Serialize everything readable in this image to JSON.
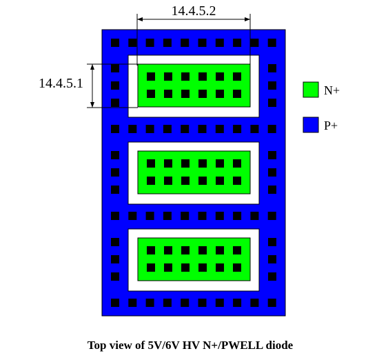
{
  "dimensions": {
    "horizontal_label": "14.4.5.2",
    "vertical_label": "14.4.5.1"
  },
  "legend": [
    {
      "label": "N+",
      "color": "#00ff00"
    },
    {
      "label": "P+",
      "color": "#0000ff"
    }
  ],
  "colors": {
    "p_plus": "#0000ff",
    "n_plus": "#00ff00",
    "contact": "#000000",
    "spacing": "#ffffff"
  },
  "caption": "Top view of 5V/6V HV N+/PWELL diode",
  "structure": {
    "n_plus_regions": 3,
    "contacts_per_region_rows": 2,
    "contacts_per_region_cols": 6
  }
}
